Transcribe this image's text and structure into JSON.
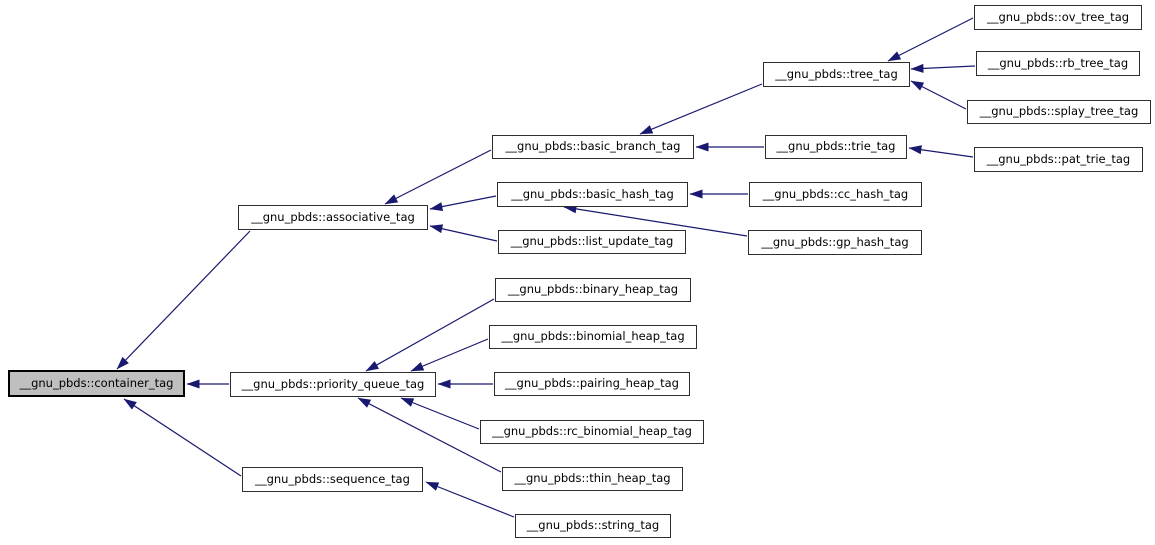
{
  "diagram": {
    "type": "inheritance-graph",
    "title": "Inheritance graph for __gnu_pbds container tags",
    "colors": {
      "edge": "#191970",
      "node_border": "#2e2e2e",
      "node_fill": "#ffffff",
      "highlight_fill": "#bfbfbf",
      "text": "#000000",
      "background": "#ffffff"
    },
    "nodes": [
      {
        "id": "container_tag",
        "label": "__gnu_pbds::container_tag",
        "highlighted": true
      },
      {
        "id": "associative_tag",
        "label": "__gnu_pbds::associative_tag",
        "highlighted": false
      },
      {
        "id": "priority_queue_tag",
        "label": "__gnu_pbds::priority_queue_tag",
        "highlighted": false
      },
      {
        "id": "sequence_tag",
        "label": "__gnu_pbds::sequence_tag",
        "highlighted": false
      },
      {
        "id": "basic_branch_tag",
        "label": "__gnu_pbds::basic_branch_tag",
        "highlighted": false
      },
      {
        "id": "basic_hash_tag",
        "label": "__gnu_pbds::basic_hash_tag",
        "highlighted": false
      },
      {
        "id": "list_update_tag",
        "label": "__gnu_pbds::list_update_tag",
        "highlighted": false
      },
      {
        "id": "tree_tag",
        "label": "__gnu_pbds::tree_tag",
        "highlighted": false
      },
      {
        "id": "trie_tag",
        "label": "__gnu_pbds::trie_tag",
        "highlighted": false
      },
      {
        "id": "cc_hash_tag",
        "label": "__gnu_pbds::cc_hash_tag",
        "highlighted": false
      },
      {
        "id": "gp_hash_tag",
        "label": "__gnu_pbds::gp_hash_tag",
        "highlighted": false
      },
      {
        "id": "binary_heap_tag",
        "label": "__gnu_pbds::binary_heap_tag",
        "highlighted": false
      },
      {
        "id": "binomial_heap_tag",
        "label": "__gnu_pbds::binomial_heap_tag",
        "highlighted": false
      },
      {
        "id": "pairing_heap_tag",
        "label": "__gnu_pbds::pairing_heap_tag",
        "highlighted": false
      },
      {
        "id": "rc_binomial_heap_tag",
        "label": "__gnu_pbds::rc_binomial_heap_tag",
        "highlighted": false
      },
      {
        "id": "thin_heap_tag",
        "label": "__gnu_pbds::thin_heap_tag",
        "highlighted": false
      },
      {
        "id": "string_tag",
        "label": "__gnu_pbds::string_tag",
        "highlighted": false
      },
      {
        "id": "ov_tree_tag",
        "label": "__gnu_pbds::ov_tree_tag",
        "highlighted": false
      },
      {
        "id": "rb_tree_tag",
        "label": "__gnu_pbds::rb_tree_tag",
        "highlighted": false
      },
      {
        "id": "splay_tree_tag",
        "label": "__gnu_pbds::splay_tree_tag",
        "highlighted": false
      },
      {
        "id": "pat_trie_tag",
        "label": "__gnu_pbds::pat_trie_tag",
        "highlighted": false
      }
    ],
    "edges": [
      {
        "from": "associative_tag",
        "to": "container_tag"
      },
      {
        "from": "priority_queue_tag",
        "to": "container_tag"
      },
      {
        "from": "sequence_tag",
        "to": "container_tag"
      },
      {
        "from": "basic_branch_tag",
        "to": "associative_tag"
      },
      {
        "from": "basic_hash_tag",
        "to": "associative_tag"
      },
      {
        "from": "list_update_tag",
        "to": "associative_tag"
      },
      {
        "from": "tree_tag",
        "to": "basic_branch_tag"
      },
      {
        "from": "trie_tag",
        "to": "basic_branch_tag"
      },
      {
        "from": "ov_tree_tag",
        "to": "tree_tag"
      },
      {
        "from": "rb_tree_tag",
        "to": "tree_tag"
      },
      {
        "from": "splay_tree_tag",
        "to": "tree_tag"
      },
      {
        "from": "pat_trie_tag",
        "to": "trie_tag"
      },
      {
        "from": "cc_hash_tag",
        "to": "basic_hash_tag"
      },
      {
        "from": "gp_hash_tag",
        "to": "basic_hash_tag"
      },
      {
        "from": "binary_heap_tag",
        "to": "priority_queue_tag"
      },
      {
        "from": "binomial_heap_tag",
        "to": "priority_queue_tag"
      },
      {
        "from": "pairing_heap_tag",
        "to": "priority_queue_tag"
      },
      {
        "from": "rc_binomial_heap_tag",
        "to": "priority_queue_tag"
      },
      {
        "from": "thin_heap_tag",
        "to": "priority_queue_tag"
      },
      {
        "from": "string_tag",
        "to": "sequence_tag"
      }
    ]
  }
}
